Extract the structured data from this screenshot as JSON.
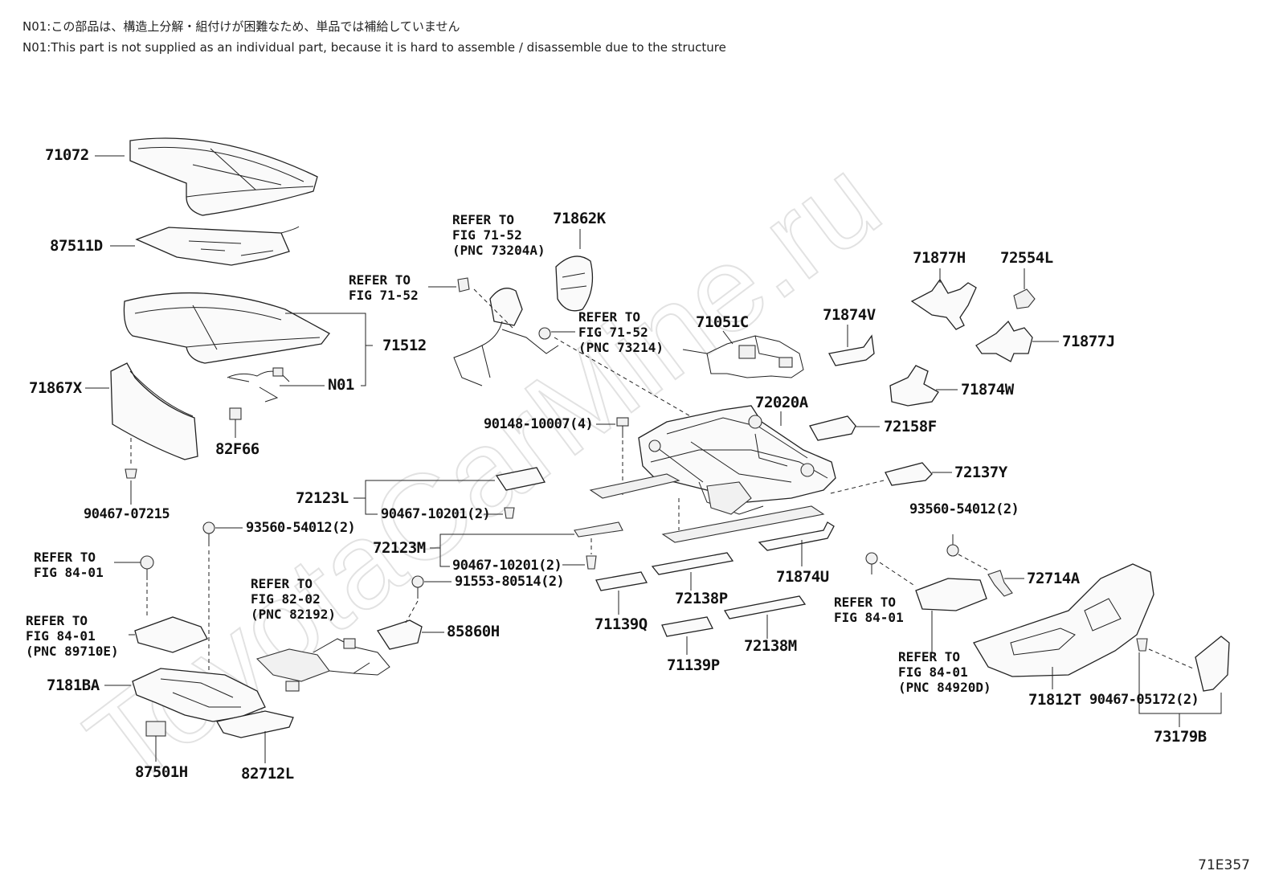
{
  "notes": {
    "jp": "N01:この部品は、構造上分解・組付けが困難なため、単品では補給していません",
    "en": "N01:This part is not supplied as an individual part, because it is hard to assemble / disassemble due to the structure"
  },
  "watermark": "ToyotaCarMine.ru",
  "figure_code": "71E357",
  "parts": {
    "p71072": "71072",
    "p87511D": "87511D",
    "p71512": "71512",
    "pN01": "N01",
    "p71867X": "71867X",
    "p82F66": "82F66",
    "p90467_07215": "90467-07215",
    "p93560_a": "93560-54012(2)",
    "p7181BA": "7181BA",
    "p87501H": "87501H",
    "p82712L": "82712L",
    "p85860H": "85860H",
    "p91553": "91553-80514(2)",
    "p72123L": "72123L",
    "p90467_10201_a": "90467-10201(2)",
    "p72123M": "72123M",
    "p90467_10201_b": "90467-10201(2)",
    "p90148": "90148-10007(4)",
    "p71862K": "71862K",
    "p71051C": "71051C",
    "p71874V": "71874V",
    "p71877H": "71877H",
    "p72554L": "72554L",
    "p71877J": "71877J",
    "p71874W": "71874W",
    "p72020A": "72020A",
    "p72158F": "72158F",
    "p72137Y": "72137Y",
    "p71874U": "71874U",
    "p72138P": "72138P",
    "p71139Q": "71139Q",
    "p72138M": "72138M",
    "p71139P": "71139P",
    "p93560_b": "93560-54012(2)",
    "p72714A": "72714A",
    "p71812T": "71812T",
    "p90467_05172": "90467-05172(2)",
    "p73179B": "73179B"
  },
  "refs": {
    "r_fig7152_a": "REFER TO\nFIG 71-52",
    "r_fig7152_b": "REFER TO\nFIG 71-52\n(PNC 73204A)",
    "r_fig7152_c": "REFER TO\nFIG 71-52\n(PNC 73214)",
    "r_fig8401_a": "REFER TO\nFIG 84-01",
    "r_fig8401_b": "REFER TO\nFIG 84-01\n(PNC 89710E)",
    "r_fig8202": "REFER TO\nFIG 82-02\n(PNC 82192)",
    "r_fig8401_c": "REFER TO\nFIG 84-01",
    "r_fig8401_d": "REFER TO\nFIG 84-01\n(PNC 84920D)"
  }
}
